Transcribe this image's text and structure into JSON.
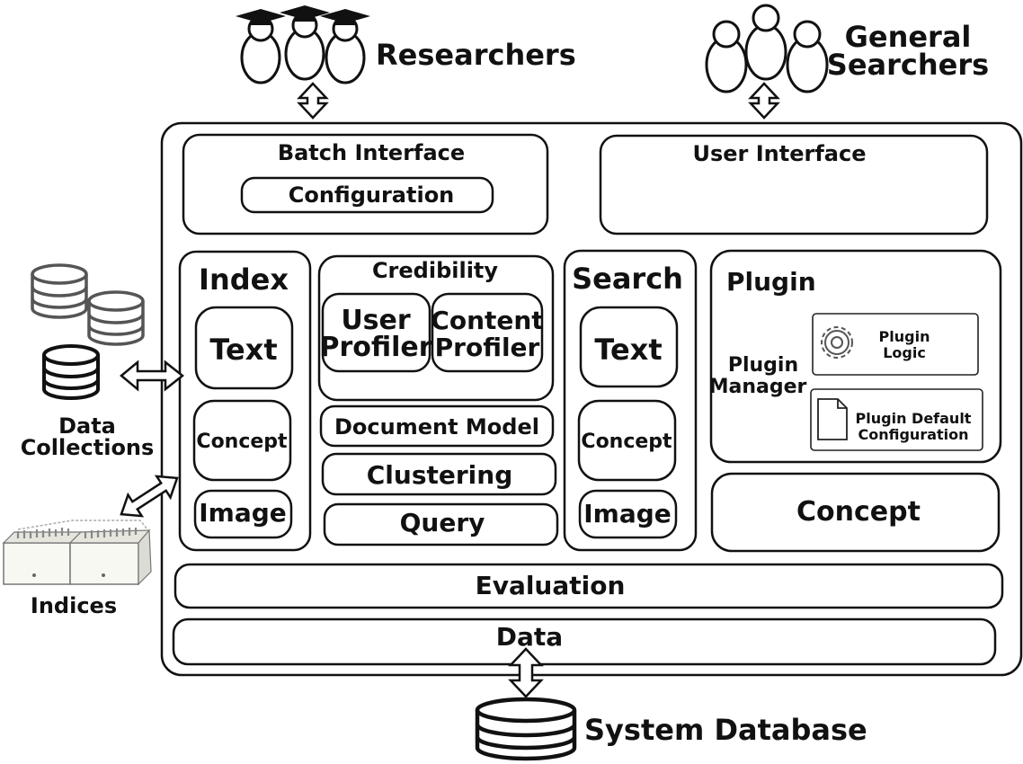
{
  "actors": {
    "researchers": "Researchers",
    "general_searchers_line1": "General",
    "general_searchers_line2": "Searchers"
  },
  "batch_interface": {
    "title": "Batch Interface",
    "configuration": "Configuration"
  },
  "user_interface": {
    "title": "User Interface"
  },
  "index": {
    "title": "Index",
    "text": "Text",
    "concept": "Concept",
    "image": "Image"
  },
  "credibility": {
    "title": "Credibility",
    "user_profiler_line1": "User",
    "user_profiler_line2": "Profiler",
    "content_profiler_line1": "Content",
    "content_profiler_line2": "Profiler"
  },
  "document_model": "Document Model",
  "clustering": "Clustering",
  "query": "Query",
  "search": {
    "title": "Search",
    "text": "Text",
    "concept": "Concept",
    "image": "Image"
  },
  "plugin": {
    "title": "Plugin",
    "manager_line1": "Plugin",
    "manager_line2": "Manager",
    "logic_line1": "Plugin",
    "logic_line2": "Logic",
    "default_config_line1": "Plugin Default",
    "default_config_line2": "Configuration"
  },
  "concept_module": "Concept",
  "evaluation": "Evaluation",
  "data_module": "Data",
  "data_collections_line1": "Data",
  "data_collections_line2": "Collections",
  "indices": "Indices",
  "system_database": "System Database"
}
